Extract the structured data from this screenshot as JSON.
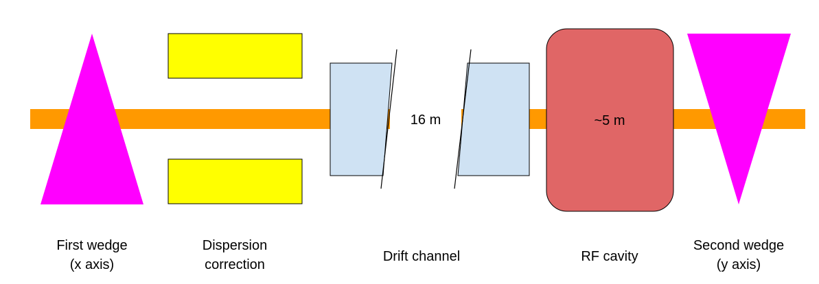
{
  "colors": {
    "beam": "#ff9900",
    "wedge": "#ff00ff",
    "dispersion": "#ffff00",
    "drift": "#cfe2f3",
    "rf_cavity": "#e06666",
    "outline": "#000000"
  },
  "components": {
    "first_wedge": {
      "line1": "First wedge",
      "line2": "(x axis)"
    },
    "dispersion": {
      "line1": "Dispersion",
      "line2": "correction"
    },
    "drift": {
      "label": "Drift channel",
      "length": "16 m"
    },
    "rf_cavity": {
      "label": "RF cavity",
      "length": "~5 m"
    },
    "second_wedge": {
      "line1": "Second wedge",
      "line2": "(y axis)"
    }
  }
}
